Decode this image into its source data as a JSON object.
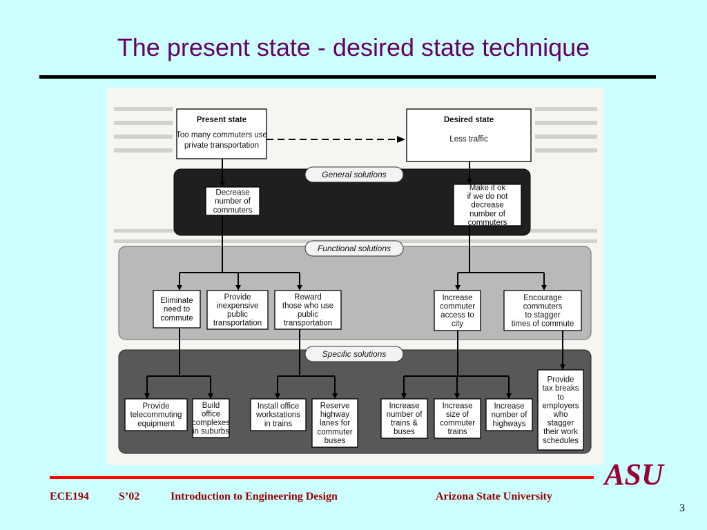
{
  "slide": {
    "title": "The present state - desired state technique",
    "page_number": "3"
  },
  "footer": {
    "course": "ECE194",
    "term": "S’02",
    "course_name": "Introduction to Engineering Design",
    "university": "Arizona State University"
  },
  "logo": {
    "text": "ASU",
    "color": "#990033"
  },
  "colors": {
    "background": "#ccffff",
    "title": "#660066",
    "footer_text": "#990000",
    "footer_rule": "#ff0000"
  },
  "diagram": {
    "present_state": {
      "heading": "Present state",
      "lines": [
        "Too many commuters use",
        "private transportation"
      ]
    },
    "desired_state": {
      "heading": "Desired state",
      "lines": [
        "Less traffic"
      ]
    },
    "panels": {
      "general": "General solutions",
      "functional": "Functional solutions",
      "specific": "Specific solutions"
    },
    "general_solutions": [
      {
        "id": "decrease",
        "lines": [
          "Decrease",
          "number of",
          "commuters"
        ]
      },
      {
        "id": "make-ok",
        "lines": [
          "Make it ok",
          "if we do not",
          "decrease",
          "number of",
          "commuters"
        ]
      }
    ],
    "functional_solutions": [
      {
        "id": "eliminate",
        "lines": [
          "Eliminate",
          "need to",
          "commute"
        ]
      },
      {
        "id": "inexpensive",
        "lines": [
          "Provide",
          "inexpensive",
          "public",
          "transportation"
        ]
      },
      {
        "id": "reward",
        "lines": [
          "Reward",
          "those who use",
          "public",
          "transportation"
        ]
      },
      {
        "id": "increase-access",
        "lines": [
          "Increase",
          "commuter",
          "access to",
          "city"
        ]
      },
      {
        "id": "stagger",
        "lines": [
          "Encourage",
          "commuters",
          "to stagger",
          "times of commute"
        ]
      }
    ],
    "specific_solutions": [
      {
        "id": "telecommuting",
        "lines": [
          "Provide",
          "telecommuting",
          "equipment"
        ]
      },
      {
        "id": "complexes",
        "lines": [
          "Build",
          "office",
          "complexes",
          "in suburbs"
        ]
      },
      {
        "id": "workstations",
        "lines": [
          "Install office",
          "workstations",
          "in trains"
        ]
      },
      {
        "id": "highway-lanes",
        "lines": [
          "Reserve",
          "highway",
          "lanes for",
          "commuter",
          "buses"
        ]
      },
      {
        "id": "trains-buses",
        "lines": [
          "Increase",
          "number of",
          "trains &",
          "buses"
        ]
      },
      {
        "id": "train-size",
        "lines": [
          "Increase",
          "size of",
          "commuter",
          "trains"
        ]
      },
      {
        "id": "highways",
        "lines": [
          "Increase",
          "number of",
          "highways"
        ]
      },
      {
        "id": "tax-breaks",
        "lines": [
          "Provide",
          "tax breaks",
          "to",
          "employers",
          "who",
          "stagger",
          "their work",
          "schedules"
        ]
      }
    ]
  }
}
